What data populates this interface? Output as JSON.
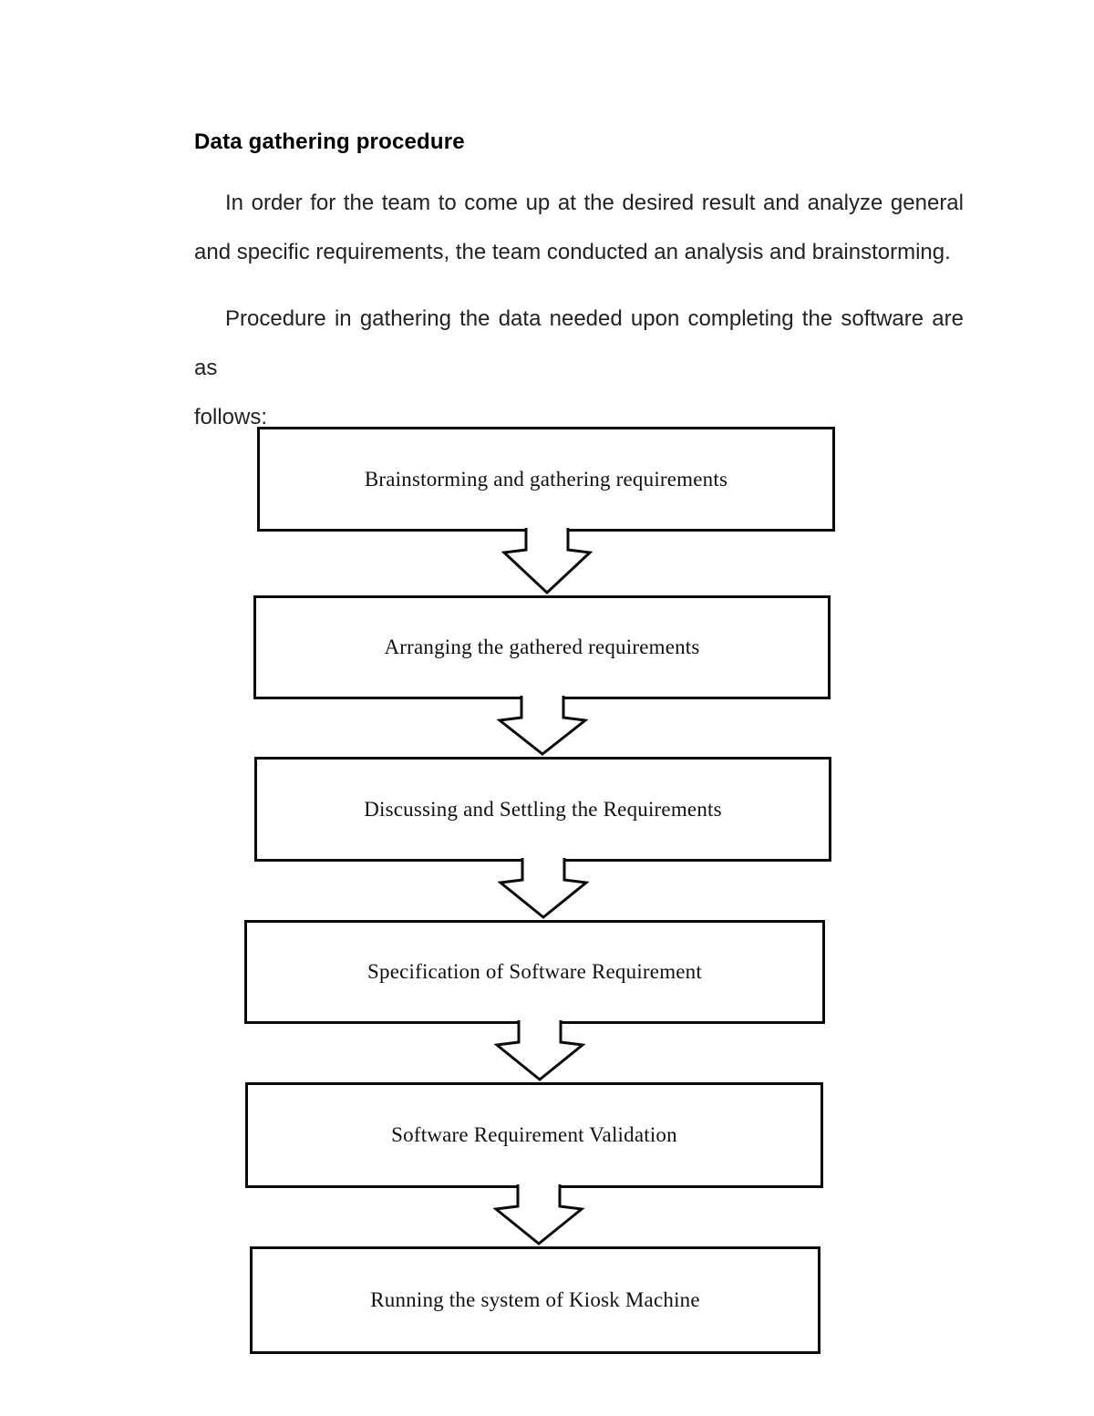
{
  "document": {
    "heading": "Data gathering procedure",
    "paragraph1": {
      "line1": "In order for the team to come up at the desired result and analyze general",
      "line2": "and specific requirements, the team conducted an analysis and brainstorming."
    },
    "paragraph2": {
      "line1": "Procedure in gathering the data needed upon completing the software are as",
      "line2": "follows:"
    }
  },
  "flowchart": {
    "steps": [
      "Brainstorming and gathering requirements",
      "Arranging the gathered requirements",
      "Discussing and Settling the Requirements",
      "Specification of Software Requirement",
      "Software Requirement Validation",
      "Running the system of Kiosk Machine"
    ],
    "connector": "down-arrow",
    "ink_color": "#0a0a0a",
    "paper_color": "#ffffff"
  }
}
